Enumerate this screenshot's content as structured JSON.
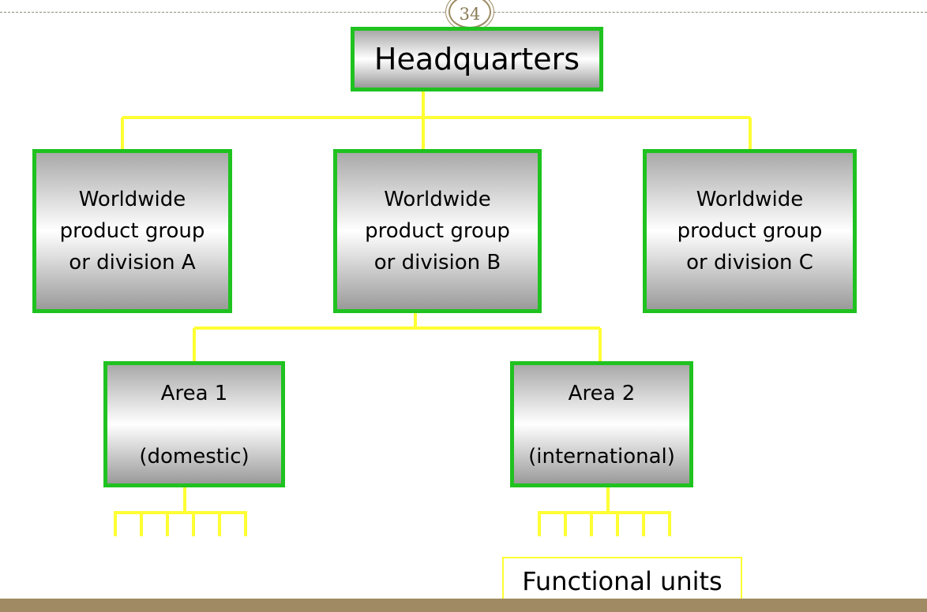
{
  "page_number": "34",
  "headquarters": {
    "label": "Headquarters"
  },
  "divisions": [
    {
      "label": "Worldwide\nproduct group\nor division A"
    },
    {
      "label": "Worldwide\nproduct group\nor division B"
    },
    {
      "label": "Worldwide\nproduct group\nor division C"
    }
  ],
  "areas": [
    {
      "title": "Area 1",
      "subtitle": "(domestic)"
    },
    {
      "title": "Area 2",
      "subtitle": "(international)"
    }
  ],
  "functional_units_label": "Functional units",
  "colors": {
    "box_border": "#1fc21f",
    "connector": "#ffff33",
    "accent": "#9c8b63"
  }
}
